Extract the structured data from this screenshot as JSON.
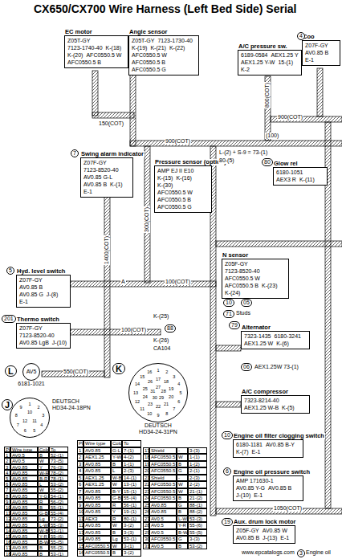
{
  "diagram": {
    "title": "CX650/CX700 Wire Harness (Left Bed Side) Serial",
    "nodes": [
      {
        "text": [
          "EC motor",
          "Z05T-GY",
          "7123-1740-40",
          "K-(18)",
          "K-(20)",
          "AFC0550.5 W",
          "AFC0550.5 B"
        ]
      },
      {
        "text": [
          "Angle sensor",
          "Z05T-GY",
          "7123-1730-40",
          "K-(19)",
          "K-(21)",
          "K-(22)",
          "AFC0550.5 W",
          "AFC0550.5 B",
          "AFC0550.5 G"
        ]
      },
      {
        "text": [
          "Swing alarm indicator",
          "Z07F-GY",
          "7123-8520-40",
          "AV0.85 G-L",
          "AV0.85 B",
          "K-(1)",
          "E-1"
        ]
      },
      {
        "text": [
          "Pressure sensor (option)",
          "AMP EJ II E10",
          "K-(15)",
          "K-(16)",
          "K-(30)",
          "AFC0550.5 W",
          "AFC0550.5 B",
          "AFC0550.5 G"
        ]
      },
      {
        "text": [
          "A/C pressure sw.",
          "6189-0584",
          "AEX1.25 Y",
          "AEX1.25 Y-W",
          "15-(1)",
          "K-2"
        ]
      },
      {
        "text": [
          "Coo",
          "Z07F-GY",
          "AV0.85 B",
          "E-1"
        ]
      },
      {
        "text": [
          "Glow rel",
          "6180-1051",
          "AEX3 R",
          "K-(11)"
        ]
      },
      {
        "text": [
          "N sensor",
          "Z05F-GY",
          "7123-8520-40",
          "AFC0550.5 W",
          "AFC0550.5 B",
          "K-(23)",
          "K-(24)"
        ]
      },
      {
        "text": [
          "Hyd. level switch",
          "Z07F-GY",
          "AV0.85 B",
          "AV0.85 G",
          "J-(8)",
          "E-1"
        ]
      },
      {
        "text": [
          "Thermo switch",
          "Z07F-GY",
          "7123-8520-40",
          "AV0.85 LgB",
          "J-(10)"
        ]
      },
      {
        "text": [
          "AV5",
          "6181-1021"
        ]
      },
      {
        "text": [
          "DEUTSCH",
          "HD34-24-18PN"
        ]
      },
      {
        "text": [
          "DEUTSCH",
          "HD34-24-31PN"
        ]
      },
      {
        "text": [
          "Alternator",
          "7323-1435",
          "6180-3241",
          "AEX1.25 W",
          "K-(6)"
        ]
      },
      {
        "text": [
          "A/C compressor",
          "7323-8214-40",
          "AEX1.25 W-B",
          "K-(5)"
        ]
      },
      {
        "text": [
          "Engine oil filter clogging switch",
          "6180-1181",
          "AV0.85 B-Y",
          "K-(7)",
          "E-1"
        ]
      },
      {
        "text": [
          "Engine oil pressure switch",
          "AMP 171630-1",
          "AV0.85 Y-G",
          "AV0.85 B",
          "J-(10)",
          "E-1"
        ]
      },
      {
        "text": [
          "Aux. drum lock motor",
          "Z05F-GY",
          "AV0.85 W",
          "AV0.85 B",
          "J-(13)",
          "E-1"
        ]
      }
    ],
    "labels": [
      "7",
      "5",
      "201",
      "L",
      "J",
      "K",
      "4",
      "80",
      "900(COT)",
      "(100)",
      "L-(2) + S-9 = 73-(1)",
      "80-(5)",
      "900(COT)",
      "800(COT)",
      "150(COT)",
      "300(COT)",
      "1400(COT)",
      "100(COT)",
      "A",
      "10",
      "05",
      "71",
      "Studs",
      "100(COT)",
      "88",
      "K-(25)",
      "K-(26)",
      "CA104",
      "550(COT)",
      "79",
      "06",
      "AEX1.25W 73-(1)",
      "10",
      "6",
      "19",
      "1050(COT)",
      "www.epcatalogs.com",
      "3",
      "Engine oil",
      "1",
      "2",
      "3",
      "4",
      "5",
      "6",
      "7",
      "8",
      "9",
      "10",
      "11",
      "12",
      "1",
      "2",
      "3",
      "4",
      "5",
      "6",
      "7",
      "8",
      "9",
      "10",
      "11",
      "12",
      "13",
      "14",
      "15",
      "16",
      "17",
      "18",
      "19",
      "20",
      "21",
      "22",
      "23",
      "24",
      "25",
      "26",
      "27",
      "28",
      "29",
      "30",
      "31",
      "Pin",
      "Wire type",
      "Color",
      "To",
      "1",
      "AV0.5",
      "B",
      "52-(1)",
      "2",
      "AV0.5",
      "W",
      "73-(5)",
      "3",
      "AV0.85",
      "Y",
      "76-(3)",
      "4",
      "AV0.85",
      "W-R",
      "78-(2)",
      "5",
      "AV0.85",
      "B-R",
      "78-(1)",
      "6",
      "AV0.85",
      "L",
      "53-(2)",
      "7",
      "AV0.85",
      "W",
      "55-(2)",
      "8",
      "AV0.85",
      "Y-G",
      "54-(1)",
      "9",
      "AV0.85",
      "R",
      "56-(2)",
      "10",
      "AV0.85",
      "B",
      "55-(1)",
      "11",
      "AV0.85",
      "G-B",
      "55-(4)",
      "12",
      "AV0.85",
      "Lg",
      "73-(2)",
      "13",
      "AV0.85",
      "L-W",
      "55-(3)",
      "14",
      "AV0.85",
      "W-B",
      "53-(1)",
      "15",
      "AV0.85",
      "Y-R",
      "55-(6)",
      "16",
      "AV0.85",
      "B-W",
      "55-(5)",
      "17",
      "AV0.85",
      "B",
      "55-(3)",
      "18",
      "AV0.85",
      "B",
      "53-(1)",
      "Pin",
      "Wire type",
      "Color",
      "To",
      "1",
      "AV0.85",
      "G-L",
      "7-(1)",
      "2",
      "AEX1.25",
      "Y-W",
      "4-(2)",
      "3",
      "AV0.85",
      "B",
      "1-(1)",
      "4",
      "AV0.85",
      "L",
      "2-(3)",
      "5",
      "AEX1.25",
      "W-B",
      "14-(1)",
      "6",
      "AEX1.25",
      "W",
      "13-(1)",
      "7",
      "AV0.85",
      "B-Y",
      "15-(1)",
      "8",
      "AV0.85",
      "G-B",
      "55-(4)",
      "9",
      "AV0.85",
      "R",
      "56-(1)",
      "10",
      "AV0.85",
      "Y",
      "19-(1)",
      "11",
      "AEX3",
      "R",
      "80-(1)",
      "12",
      "AV0.85",
      "W",
      "3-(2)",
      "13",
      "AV0.85",
      "B",
      "3-(3)",
      "14",
      "AV0.85",
      "Lg",
      "53-(1)",
      "15",
      "AFC0550.5",
      "W",
      "3-(1)",
      "16",
      "AFC0550.5",
      "B",
      "3-(2)",
      "17",
      "Shield",
      "-",
      "3-(3)",
      "18",
      "AFC0550.5",
      "W",
      "1-(1)",
      "19",
      "AFC0550.5",
      "B",
      "1-(2)",
      "20",
      "AFC0550.5",
      "G",
      "2-(1)",
      "21",
      "Shield",
      "-",
      "2-(3)",
      "22",
      "AFC0550.5",
      "W",
      "2-(2)",
      "23",
      "AFC0550.5",
      "W",
      "21-(1)",
      "24",
      "AFC0550.5",
      "B",
      "21-(2)",
      "25",
      "AV0.85",
      "G",
      "88-(1)",
      "26",
      "AV0.85",
      "B",
      "88-(2)",
      "27",
      "AV0.5",
      "L-W",
      "53-(3)",
      "28",
      "AV0.5",
      "Y-R",
      "55-(6)",
      "29",
      "AV0.5",
      "B-W",
      "55-(5)",
      "30",
      "AFC0550.5",
      "G",
      "3-(3)",
      "31",
      "AV0.5",
      "B",
      "53-(2)"
    ]
  }
}
